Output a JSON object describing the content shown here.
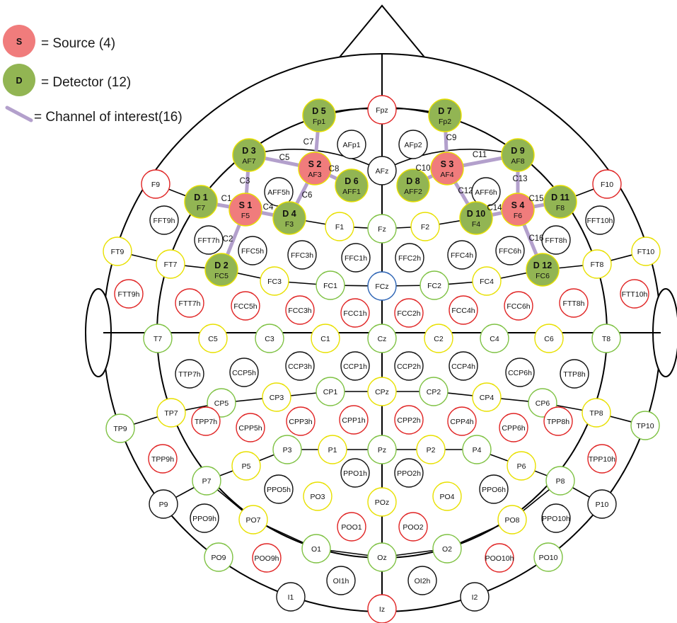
{
  "legend": {
    "source_symbol": "S",
    "source_label": "= Source (4)",
    "detector_symbol": "D",
    "detector_label": "= Detector (12)",
    "channel_label": "= Channel of interest(16)"
  },
  "colors": {
    "source_fill": "#f07c7c",
    "detector_fill": "#92b553",
    "channel": "#b3a0cc",
    "ring_red": "#e02424",
    "ring_yellow": "#e8e000",
    "ring_green": "#7fc244",
    "ring_black": "#111111",
    "ring_blue": "#2a62b4",
    "line": "#000000"
  },
  "electrodes": [
    {
      "label": "Fpz",
      "ring": "red"
    },
    {
      "label": "AFp1",
      "ring": "black"
    },
    {
      "label": "AFp2",
      "ring": "black"
    },
    {
      "label": "AFz",
      "ring": "black"
    },
    {
      "label": "F9",
      "ring": "red"
    },
    {
      "label": "F10",
      "ring": "red"
    },
    {
      "label": "AFF5h",
      "ring": "black"
    },
    {
      "label": "AFF6h",
      "ring": "black"
    },
    {
      "label": "FFT9h",
      "ring": "black"
    },
    {
      "label": "FFT10h",
      "ring": "black"
    },
    {
      "label": "F1",
      "ring": "yellow"
    },
    {
      "label": "Fz",
      "ring": "green"
    },
    {
      "label": "F2",
      "ring": "yellow"
    },
    {
      "label": "FFT7h",
      "ring": "black"
    },
    {
      "label": "FFC5h",
      "ring": "black"
    },
    {
      "label": "FFC3h",
      "ring": "black"
    },
    {
      "label": "FFC1h",
      "ring": "black"
    },
    {
      "label": "FFC2h",
      "ring": "black"
    },
    {
      "label": "FFC4h",
      "ring": "black"
    },
    {
      "label": "FFC6h",
      "ring": "black"
    },
    {
      "label": "FFT8h",
      "ring": "black"
    },
    {
      "label": "FT9",
      "ring": "yellow"
    },
    {
      "label": "FT10",
      "ring": "yellow"
    },
    {
      "label": "FT7",
      "ring": "yellow"
    },
    {
      "label": "FT8",
      "ring": "yellow"
    },
    {
      "label": "FC3",
      "ring": "yellow"
    },
    {
      "label": "FC1",
      "ring": "green"
    },
    {
      "label": "FCz",
      "ring": "blue"
    },
    {
      "label": "FC2",
      "ring": "green"
    },
    {
      "label": "FC4",
      "ring": "yellow"
    },
    {
      "label": "FTT9h",
      "ring": "red"
    },
    {
      "label": "FTT10h",
      "ring": "red"
    },
    {
      "label": "FTT7h",
      "ring": "red"
    },
    {
      "label": "FCC5h",
      "ring": "red"
    },
    {
      "label": "FCC3h",
      "ring": "red"
    },
    {
      "label": "FCC1h",
      "ring": "red"
    },
    {
      "label": "FCC2h",
      "ring": "red"
    },
    {
      "label": "FCC4h",
      "ring": "red"
    },
    {
      "label": "FCC6h",
      "ring": "red"
    },
    {
      "label": "FTT8h",
      "ring": "red"
    },
    {
      "label": "T7",
      "ring": "green"
    },
    {
      "label": "C5",
      "ring": "yellow"
    },
    {
      "label": "C3",
      "ring": "green"
    },
    {
      "label": "C1",
      "ring": "yellow"
    },
    {
      "label": "Cz",
      "ring": "green"
    },
    {
      "label": "C2",
      "ring": "yellow"
    },
    {
      "label": "C4",
      "ring": "green"
    },
    {
      "label": "C6",
      "ring": "yellow"
    },
    {
      "label": "T8",
      "ring": "green"
    },
    {
      "label": "TTP7h",
      "ring": "black"
    },
    {
      "label": "CCP5h",
      "ring": "black"
    },
    {
      "label": "CCP3h",
      "ring": "black"
    },
    {
      "label": "CCP1h",
      "ring": "black"
    },
    {
      "label": "CCP2h",
      "ring": "black"
    },
    {
      "label": "CCP4h",
      "ring": "black"
    },
    {
      "label": "CCP6h",
      "ring": "black"
    },
    {
      "label": "TTP8h",
      "ring": "black"
    },
    {
      "label": "TP7",
      "ring": "yellow"
    },
    {
      "label": "CP5",
      "ring": "green"
    },
    {
      "label": "CP3",
      "ring": "yellow"
    },
    {
      "label": "CP1",
      "ring": "green"
    },
    {
      "label": "CPz",
      "ring": "yellow"
    },
    {
      "label": "CP2",
      "ring": "green"
    },
    {
      "label": "CP4",
      "ring": "yellow"
    },
    {
      "label": "CP6",
      "ring": "green"
    },
    {
      "label": "TP8",
      "ring": "yellow"
    },
    {
      "label": "TP9",
      "ring": "green"
    },
    {
      "label": "TP10",
      "ring": "green"
    },
    {
      "label": "TPP7h",
      "ring": "red"
    },
    {
      "label": "CPP5h",
      "ring": "red"
    },
    {
      "label": "CPP3h",
      "ring": "red"
    },
    {
      "label": "CPP1h",
      "ring": "red"
    },
    {
      "label": "CPP2h",
      "ring": "red"
    },
    {
      "label": "CPP4h",
      "ring": "red"
    },
    {
      "label": "CPP6h",
      "ring": "red"
    },
    {
      "label": "TPP8h",
      "ring": "red"
    },
    {
      "label": "TPP9h",
      "ring": "red"
    },
    {
      "label": "TPP10h",
      "ring": "red"
    },
    {
      "label": "P3",
      "ring": "green"
    },
    {
      "label": "P1",
      "ring": "yellow"
    },
    {
      "label": "Pz",
      "ring": "green"
    },
    {
      "label": "P2",
      "ring": "yellow"
    },
    {
      "label": "P4",
      "ring": "green"
    },
    {
      "label": "P5",
      "ring": "yellow"
    },
    {
      "label": "P6",
      "ring": "yellow"
    },
    {
      "label": "P7",
      "ring": "green"
    },
    {
      "label": "P8",
      "ring": "green"
    },
    {
      "label": "PPO1h",
      "ring": "black"
    },
    {
      "label": "PPO2h",
      "ring": "black"
    },
    {
      "label": "PPO5h",
      "ring": "black"
    },
    {
      "label": "PPO6h",
      "ring": "black"
    },
    {
      "label": "PO3",
      "ring": "yellow"
    },
    {
      "label": "POz",
      "ring": "yellow"
    },
    {
      "label": "PO4",
      "ring": "yellow"
    },
    {
      "label": "P9",
      "ring": "black"
    },
    {
      "label": "P10",
      "ring": "black"
    },
    {
      "label": "PPO9h",
      "ring": "black"
    },
    {
      "label": "PO7",
      "ring": "yellow"
    },
    {
      "label": "PO8",
      "ring": "yellow"
    },
    {
      "label": "PPO10h",
      "ring": "black"
    },
    {
      "label": "POO1",
      "ring": "red"
    },
    {
      "label": "POO2",
      "ring": "red"
    },
    {
      "label": "PO9",
      "ring": "green"
    },
    {
      "label": "POO9h",
      "ring": "red"
    },
    {
      "label": "O1",
      "ring": "green"
    },
    {
      "label": "Oz",
      "ring": "green"
    },
    {
      "label": "O2",
      "ring": "green"
    },
    {
      "label": "POO10h",
      "ring": "red"
    },
    {
      "label": "PO10",
      "ring": "green"
    },
    {
      "label": "OI1h",
      "ring": "black"
    },
    {
      "label": "OI2h",
      "ring": "black"
    },
    {
      "label": "I1",
      "ring": "black"
    },
    {
      "label": "I2",
      "ring": "black"
    },
    {
      "label": "Iz",
      "ring": "red"
    }
  ],
  "optodes": [
    {
      "code": "D 5",
      "pos": "Fp1",
      "kind": "detector"
    },
    {
      "code": "D 7",
      "pos": "Fp2",
      "kind": "detector"
    },
    {
      "code": "D 3",
      "pos": "AF7",
      "kind": "detector"
    },
    {
      "code": "S 2",
      "pos": "AF3",
      "kind": "source"
    },
    {
      "code": "D 6",
      "pos": "AFF1",
      "kind": "detector"
    },
    {
      "code": "D 8",
      "pos": "AFF2",
      "kind": "detector"
    },
    {
      "code": "S 3",
      "pos": "AF4",
      "kind": "source"
    },
    {
      "code": "D 9",
      "pos": "AF8",
      "kind": "detector"
    },
    {
      "code": "D 1",
      "pos": "F7",
      "kind": "detector"
    },
    {
      "code": "S 1",
      "pos": "F5",
      "kind": "source"
    },
    {
      "code": "D 4",
      "pos": "F3",
      "kind": "detector"
    },
    {
      "code": "D 10",
      "pos": "F4",
      "kind": "detector"
    },
    {
      "code": "S 4",
      "pos": "F6",
      "kind": "source"
    },
    {
      "code": "D 11",
      "pos": "F8",
      "kind": "detector"
    },
    {
      "code": "D 2",
      "pos": "FC5",
      "kind": "detector"
    },
    {
      "code": "D 12",
      "pos": "FC6",
      "kind": "detector"
    }
  ],
  "channels": [
    "C1",
    "C2",
    "C3",
    "C4",
    "C5",
    "C6",
    "C7",
    "C8",
    "C9",
    "C10",
    "C11",
    "C12",
    "C13",
    "C14",
    "C15",
    "C16"
  ]
}
